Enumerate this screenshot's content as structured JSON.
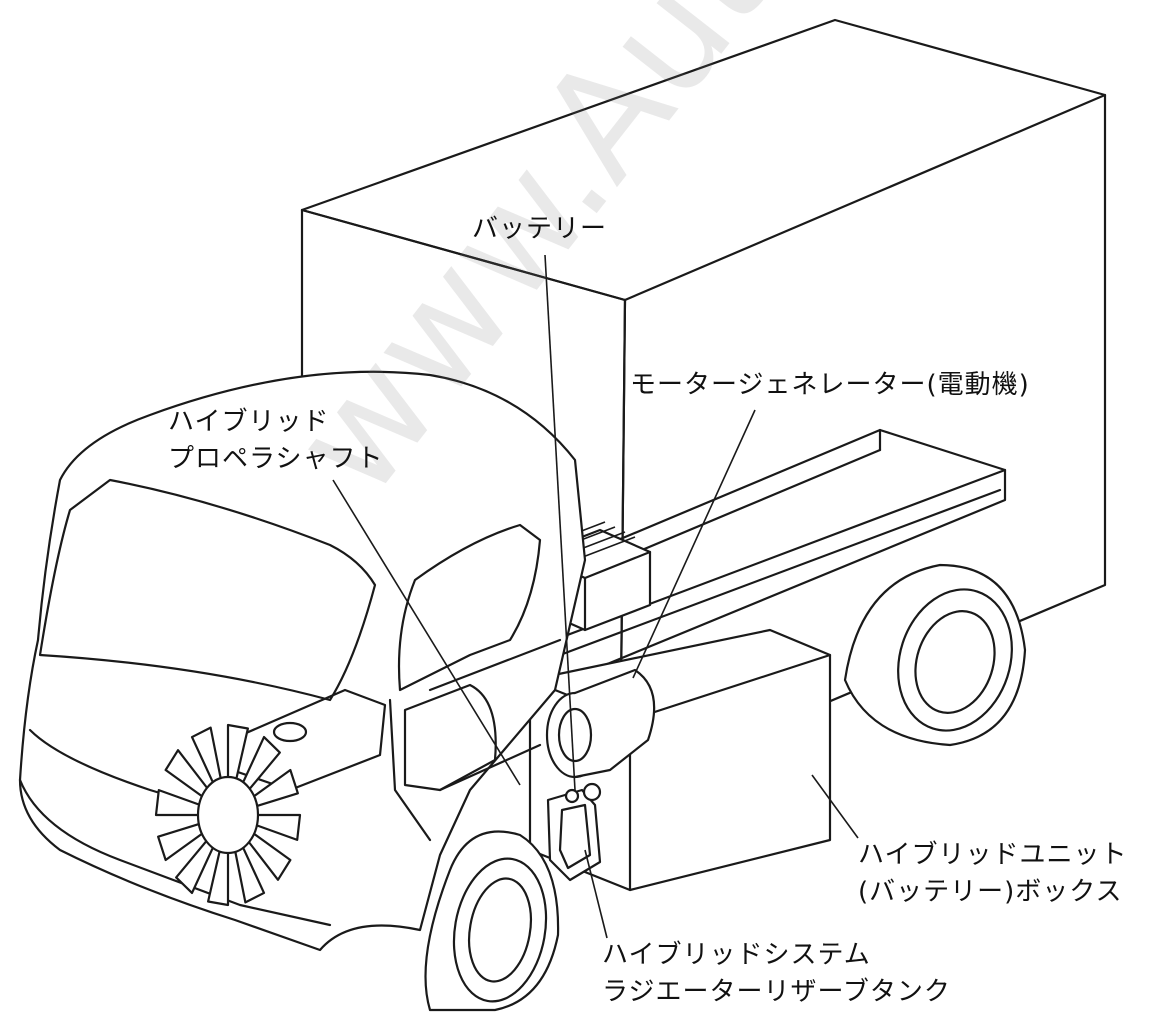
{
  "labels": {
    "battery": "バッテリー",
    "motor_generator": "モータージェネレーター(電動機)",
    "hybrid_propeller_shaft_line1": "ハイブリッド",
    "hybrid_propeller_shaft_line2": "プロペラシャフト",
    "hybrid_unit_box_line1": "ハイブリッドユニット",
    "hybrid_unit_box_line2": "(バッテリー)ボックス",
    "radiator_tank_line1": "ハイブリッドシステム",
    "radiator_tank_line2": "ラジエーターリザーブタンク"
  },
  "watermark": "www.AutoCD.ru"
}
